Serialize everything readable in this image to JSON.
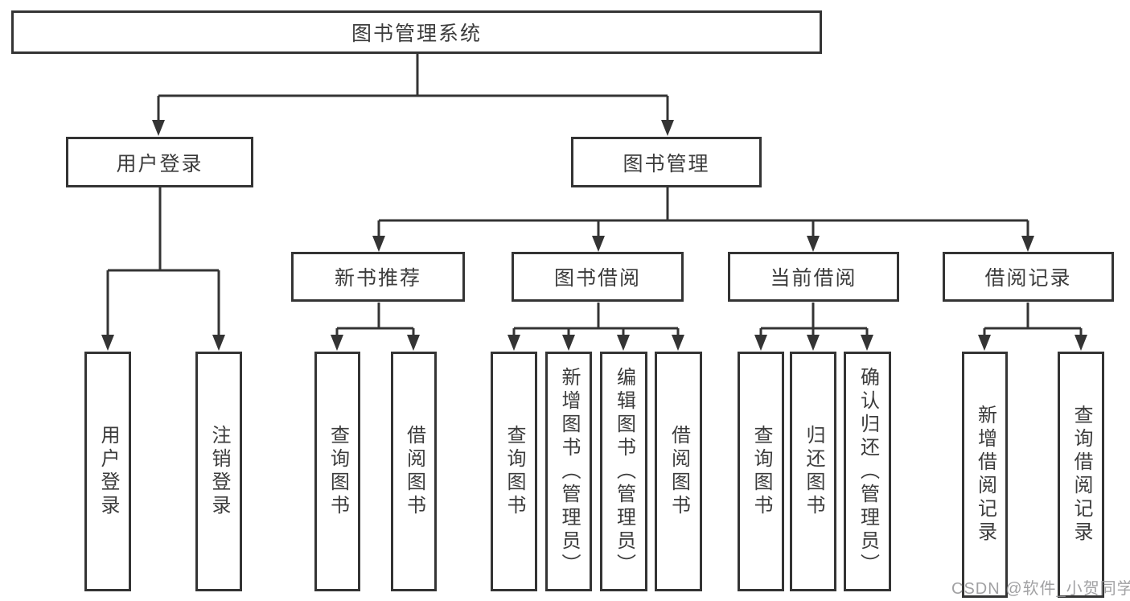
{
  "diagram_type": "tree-functional-structure",
  "colors": {
    "line": "#343434",
    "box_border": "#343434",
    "text": "#3c3c3c",
    "background": "#ffffff",
    "watermark": "#949496"
  },
  "tree": {
    "root": {
      "label": "图书管理系统",
      "children": [
        {
          "label": "用户登录",
          "children": [
            {
              "label": "用户登录"
            },
            {
              "label": "注销登录"
            }
          ]
        },
        {
          "label": "图书管理",
          "children": [
            {
              "label": "新书推荐",
              "children": [
                {
                  "label": "查询图书"
                },
                {
                  "label": "借阅图书"
                }
              ]
            },
            {
              "label": "图书借阅",
              "children": [
                {
                  "label": "查询图书"
                },
                {
                  "label": "新增图书（管理员）"
                },
                {
                  "label": "编辑图书（管理员）"
                },
                {
                  "label": "借阅图书"
                }
              ]
            },
            {
              "label": "当前借阅",
              "children": [
                {
                  "label": "查询图书"
                },
                {
                  "label": "归还图书"
                },
                {
                  "label": "确认归还（管理员）"
                }
              ]
            },
            {
              "label": "借阅记录",
              "children": [
                {
                  "label": "新增借阅记录"
                },
                {
                  "label": "查询借阅记录"
                }
              ]
            }
          ]
        }
      ]
    }
  },
  "watermark": {
    "text": "CSDN @软件_小贺同学"
  }
}
